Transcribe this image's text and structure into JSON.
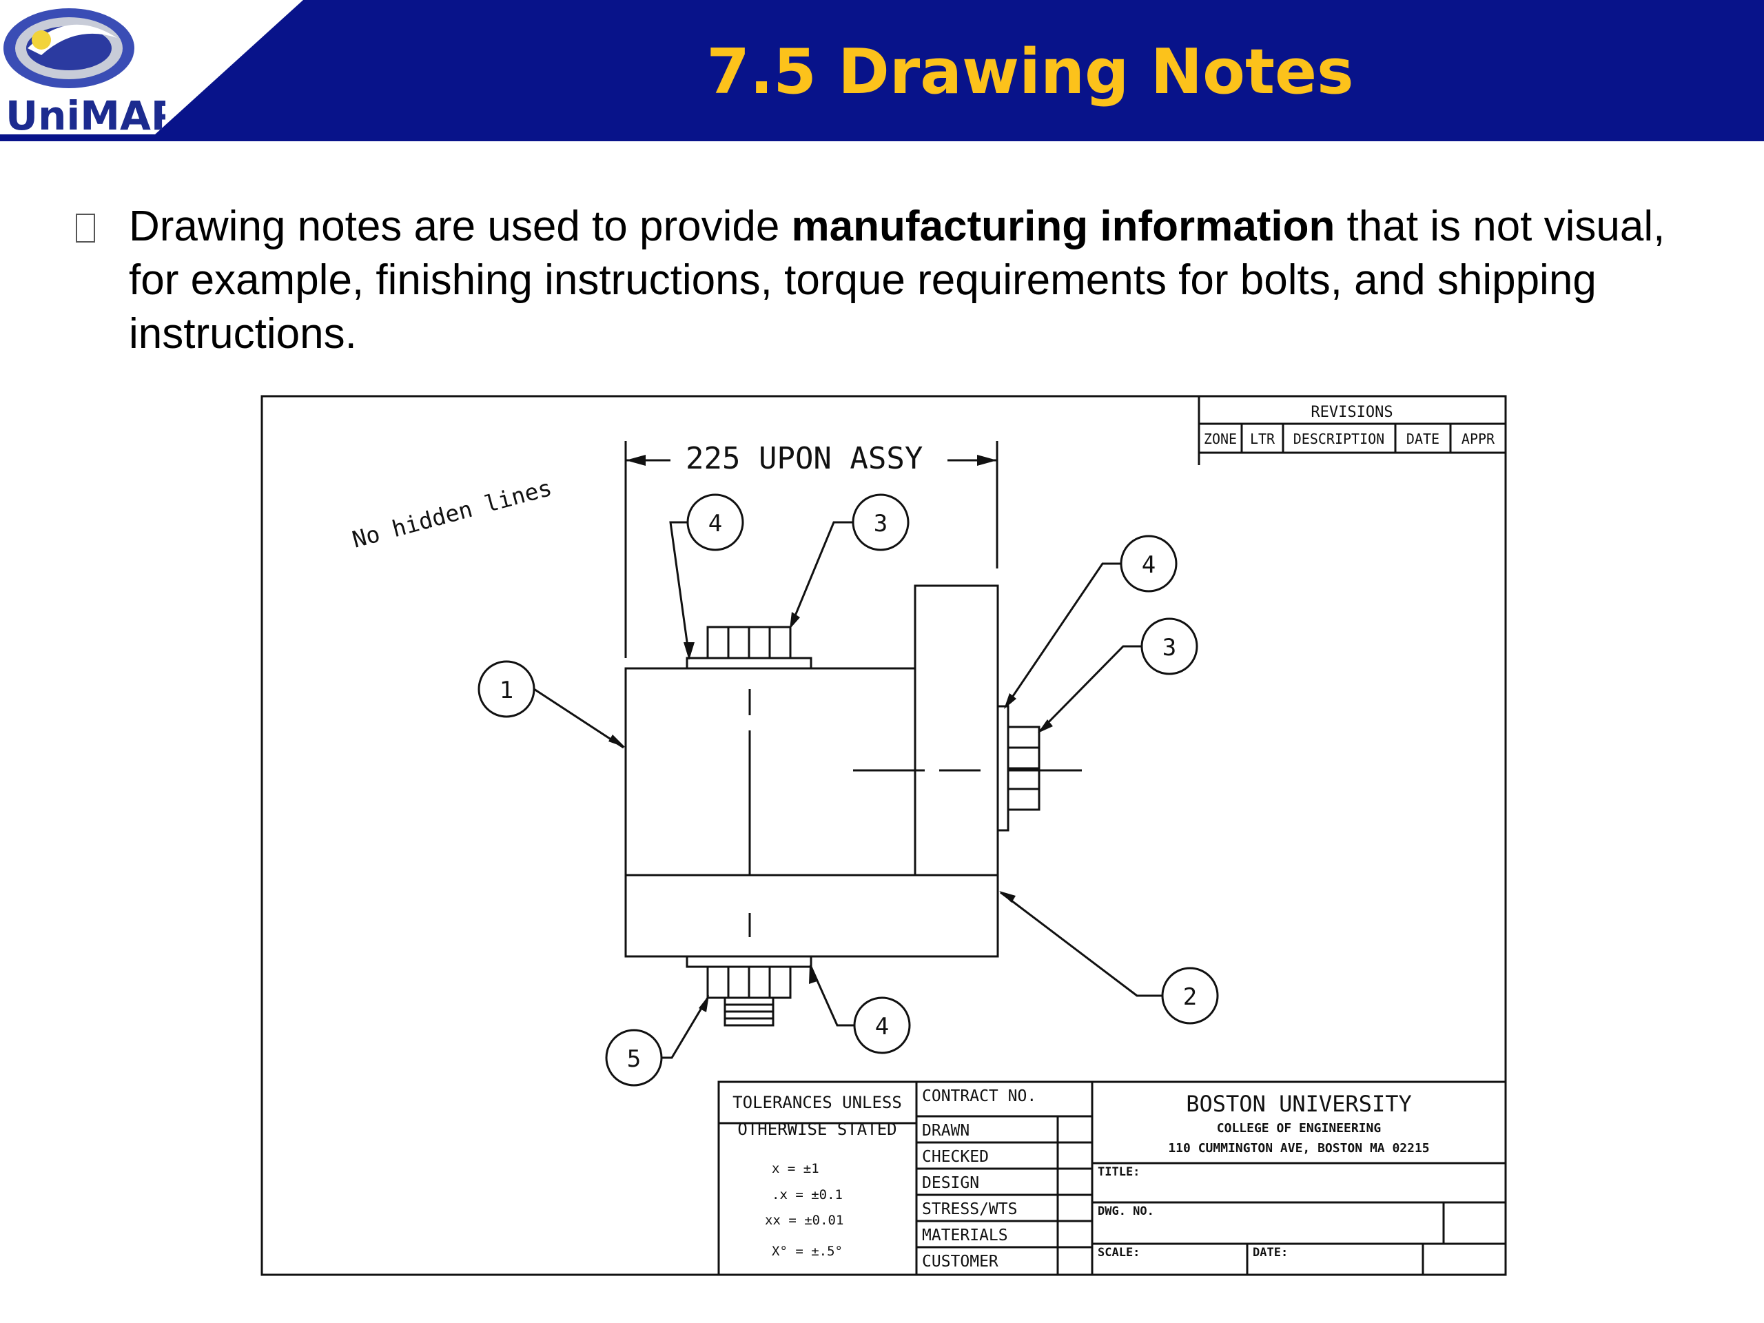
{
  "slide": {
    "title": "7.5 Drawing Notes",
    "logo_text": "UniMAP",
    "bullet": {
      "text_before": "Drawing notes are used to provide ",
      "text_bold": "manufacturing information",
      "text_after": " that is not visual, for example, finishing instructions, torque requirements for bolts, and shipping instructions."
    }
  },
  "drawing": {
    "dimension_label": "225 UPON ASSY",
    "note_text": "No hidden lines",
    "balloons": {
      "b1": "1",
      "b2": "2",
      "b3a": "3",
      "b3b": "3",
      "b4a": "4",
      "b4b": "4",
      "b4c": "4",
      "b5": "5"
    },
    "revisions": {
      "header": "REVISIONS",
      "cols": [
        "ZONE",
        "LTR",
        "DESCRIPTION",
        "DATE",
        "APPR"
      ]
    },
    "title_block": {
      "tolerances_line1": "TOLERANCES UNLESS",
      "tolerances_line2": "OTHERWISE STATED",
      "tol_rows": [
        "x = ±1",
        ".x = ±0.1",
        "xx = ±0.01",
        "X° = ±.5°"
      ],
      "fields": [
        "CONTRACT NO.",
        "DRAWN",
        "CHECKED",
        "DESIGN",
        "STRESS/WTS",
        "MATERIALS",
        "CUSTOMER"
      ],
      "org_name": "BOSTON UNIVERSITY",
      "org_dept": "COLLEGE OF ENGINEERING",
      "org_addr": "110 CUMMINGTON AVE, BOSTON MA 02215",
      "title_label": "TITLE:",
      "dwg_label": "DWG. NO.",
      "scale_label": "SCALE:",
      "date_label": "DATE:"
    }
  },
  "colors": {
    "header_navy": "#08138a",
    "title_gold": "#fcc21b"
  }
}
